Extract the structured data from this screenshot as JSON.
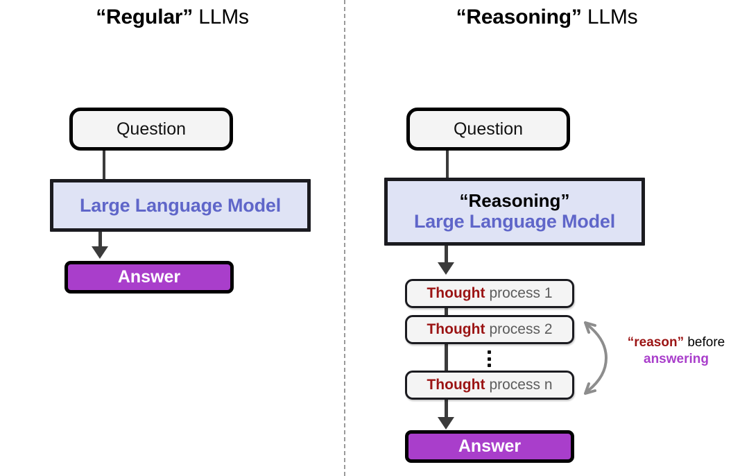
{
  "figure": {
    "divider": "vertical-dashed-separator",
    "colors": {
      "llm_box_fill": "#dfe3f5",
      "llm_text": "#5f66c9",
      "answer_fill": "#a93ecb",
      "thought_keyword": "#9b1414",
      "thought_body": "#5c5c5c",
      "question_fill": "#f4f4f4",
      "connector": "#3b3b3b",
      "divider": "#9a9a9a"
    }
  },
  "left_panel": {
    "title": {
      "keyword": "“Regular”",
      "plain": " LLMs"
    },
    "question": {
      "label": "Question"
    },
    "llm": {
      "main": "Large Language Model"
    },
    "answer": {
      "label": "Answer"
    }
  },
  "right_panel": {
    "title": {
      "keyword": "“Reasoning”",
      "plain": " LLMs"
    },
    "question": {
      "label": "Question"
    },
    "llm": {
      "top": "“Reasoning”",
      "main": "Large Language Model"
    },
    "thoughts": [
      {
        "keyword": "Thought",
        "body": "process 1"
      },
      {
        "keyword": "Thought",
        "body": "process 2"
      },
      {
        "keyword": "Thought",
        "body": "process n"
      }
    ],
    "ellipsis": "⋮",
    "answer": {
      "label": "Answer"
    },
    "annotation": {
      "line1_keyword": "“reason”",
      "line1_plain": " before",
      "line2": "answering"
    }
  }
}
